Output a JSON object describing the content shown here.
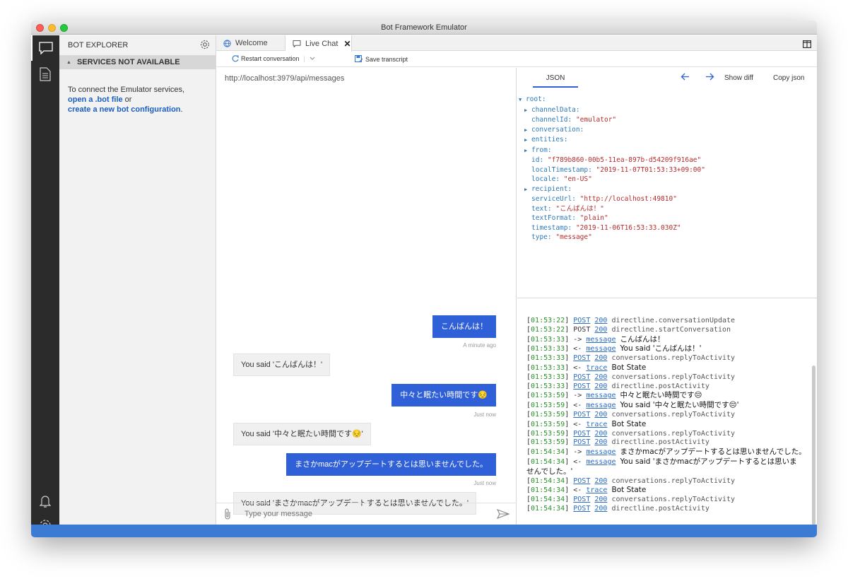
{
  "window": {
    "title": "Bot Framework Emulator"
  },
  "explorer": {
    "title": "BOT EXPLORER",
    "section": "SERVICES NOT AVAILABLE",
    "msg_pre": "To connect the Emulator services,",
    "link1": "open a .bot file",
    "msg_mid": " or",
    "link2": "create a new bot configuration",
    "msg_end": "."
  },
  "tabs": [
    {
      "label": "Welcome"
    },
    {
      "label": "Live Chat"
    }
  ],
  "toolbar": {
    "restart": "Restart conversation",
    "save": "Save transcript"
  },
  "chat": {
    "url": "http://localhost:3979/api/messages",
    "messages": [
      {
        "from": "user",
        "text": "こんばんは！",
        "time": "A minute ago"
      },
      {
        "from": "bot",
        "text": "You said 'こんばんは！'"
      },
      {
        "from": "user",
        "text": "中々と眠たい時間です😔",
        "time": "Just now"
      },
      {
        "from": "bot",
        "text": "You said '中々と眠たい時間です😔'"
      },
      {
        "from": "user",
        "text": "まさかmacがアップデートするとは思いませんでした。",
        "time": "Just now"
      },
      {
        "from": "bot",
        "text": "You said 'まさかmacがアップデートするとは思いませんでした。'"
      }
    ],
    "input_placeholder": "Type your message"
  },
  "inspector": {
    "tab": "JSON",
    "show_diff": "Show diff",
    "copy_json": "Copy json",
    "tree": {
      "root": "root:",
      "channelData": "channelData:",
      "channelId_k": "channelId:",
      "channelId_v": "\"emulator\"",
      "conversation": "conversation:",
      "entities": "entities:",
      "from": "from:",
      "id_k": "id:",
      "id_v": "\"f789b860-00b5-11ea-897b-d54209f916ae\"",
      "localTimestamp_k": "localTimestamp:",
      "localTimestamp_v": "\"2019-11-07T01:53:33+09:00\"",
      "locale_k": "locale:",
      "locale_v": "\"en-US\"",
      "recipient": "recipient:",
      "serviceUrl_k": "serviceUrl:",
      "serviceUrl_v": "\"http://localhost:49810\"",
      "text_k": "text:",
      "text_v": "\"こんばんは！\"",
      "textFormat_k": "textFormat:",
      "textFormat_v": "\"plain\"",
      "timestamp_k": "timestamp:",
      "timestamp_v": "\"2019-11-06T16:53:33.030Z\"",
      "type_k": "type:",
      "type_v": "\"message\""
    }
  },
  "log": [
    {
      "time": "01:53:22",
      "parts": [
        [
          "link",
          "POST"
        ],
        [
          "link",
          "200"
        ],
        [
          "gray",
          "directline.conversationUpdate"
        ]
      ]
    },
    {
      "time": "01:53:22",
      "parts": [
        [
          "plain",
          "POST"
        ],
        [
          "link",
          "200"
        ],
        [
          "gray",
          "directline.startConversation"
        ]
      ]
    },
    {
      "time": "01:53:33",
      "parts": [
        [
          "plain",
          "->"
        ],
        [
          "link",
          "message"
        ],
        [
          "bold",
          "こんばんは！"
        ]
      ]
    },
    {
      "time": "01:53:33",
      "parts": [
        [
          "plain",
          "<-"
        ],
        [
          "link",
          "message"
        ],
        [
          "bold",
          "You said 'こんばんは！'"
        ]
      ]
    },
    {
      "time": "01:53:33",
      "parts": [
        [
          "link",
          "POST"
        ],
        [
          "link",
          "200"
        ],
        [
          "gray",
          "conversations.replyToActivity"
        ]
      ]
    },
    {
      "time": "01:53:33",
      "parts": [
        [
          "plain",
          "<-"
        ],
        [
          "link",
          "trace"
        ],
        [
          "bold",
          "Bot State"
        ]
      ]
    },
    {
      "time": "01:53:33",
      "parts": [
        [
          "link",
          "POST"
        ],
        [
          "link",
          "200"
        ],
        [
          "gray",
          "conversations.replyToActivity"
        ]
      ]
    },
    {
      "time": "01:53:33",
      "parts": [
        [
          "link",
          "POST"
        ],
        [
          "link",
          "200"
        ],
        [
          "gray",
          "directline.postActivity"
        ]
      ]
    },
    {
      "time": "01:53:59",
      "parts": [
        [
          "plain",
          "->"
        ],
        [
          "link",
          "message"
        ],
        [
          "bold",
          "中々と眠たい時間です😔"
        ]
      ]
    },
    {
      "time": "01:53:59",
      "parts": [
        [
          "plain",
          "<-"
        ],
        [
          "link",
          "message"
        ],
        [
          "bold",
          "You said '中々と眠たい時間です😔'"
        ]
      ]
    },
    {
      "time": "01:53:59",
      "parts": [
        [
          "link",
          "POST"
        ],
        [
          "link",
          "200"
        ],
        [
          "gray",
          "conversations.replyToActivity"
        ]
      ]
    },
    {
      "time": "01:53:59",
      "parts": [
        [
          "plain",
          "<-"
        ],
        [
          "link",
          "trace"
        ],
        [
          "bold",
          "Bot State"
        ]
      ]
    },
    {
      "time": "01:53:59",
      "parts": [
        [
          "link",
          "POST"
        ],
        [
          "link",
          "200"
        ],
        [
          "gray",
          "conversations.replyToActivity"
        ]
      ]
    },
    {
      "time": "01:53:59",
      "parts": [
        [
          "link",
          "POST"
        ],
        [
          "link",
          "200"
        ],
        [
          "gray",
          "directline.postActivity"
        ]
      ]
    },
    {
      "time": "01:54:34",
      "parts": [
        [
          "plain",
          "->"
        ],
        [
          "link",
          "message"
        ],
        [
          "bold",
          "まさかmacがアップデートするとは思いませんでした。"
        ]
      ]
    },
    {
      "time": "01:54:34",
      "parts": [
        [
          "plain",
          "<-"
        ],
        [
          "link",
          "message"
        ],
        [
          "bold",
          "You said 'まさかmacがアップデートするとは思いま"
        ]
      ]
    },
    {
      "time": "",
      "parts": [
        [
          "bold",
          "せんでした。'"
        ]
      ]
    },
    {
      "time": "01:54:34",
      "parts": [
        [
          "link",
          "POST"
        ],
        [
          "link",
          "200"
        ],
        [
          "gray",
          "conversations.replyToActivity"
        ]
      ]
    },
    {
      "time": "01:54:34",
      "parts": [
        [
          "plain",
          "<-"
        ],
        [
          "link",
          "trace"
        ],
        [
          "bold",
          "Bot State"
        ]
      ]
    },
    {
      "time": "01:54:34",
      "parts": [
        [
          "link",
          "POST"
        ],
        [
          "link",
          "200"
        ],
        [
          "gray",
          "conversations.replyToActivity"
        ]
      ]
    },
    {
      "time": "01:54:34",
      "parts": [
        [
          "link",
          "POST"
        ],
        [
          "link",
          "200"
        ],
        [
          "gray",
          "directline.postActivity"
        ]
      ]
    }
  ],
  "colors": {
    "accent": "#3060d8",
    "statusbar": "#3b7bd4",
    "nav": "#2b2b2b"
  },
  "icons": [
    "chat-icon",
    "document-icon",
    "bell-icon",
    "settings-gear-icon",
    "globe-icon",
    "split-pane-icon",
    "attach-icon",
    "send-icon",
    "back-arrow-icon",
    "forward-arrow-icon",
    "save-icon",
    "restart-icon"
  ]
}
